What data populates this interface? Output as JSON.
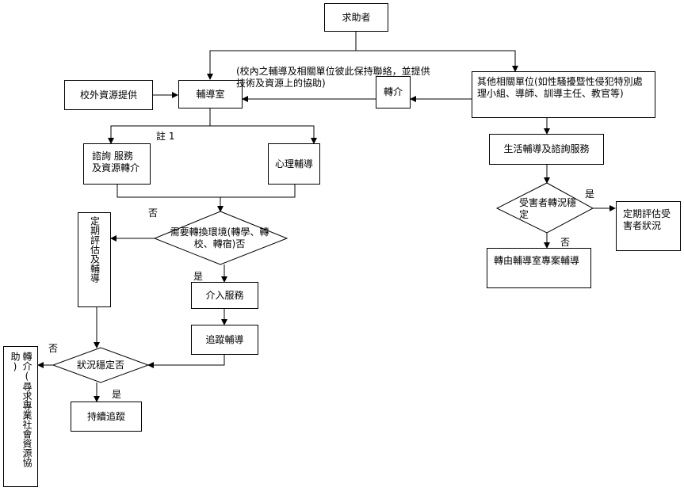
{
  "nodes": {
    "help_seeker": "求助者",
    "external_resources": "校外資源提供",
    "counseling_office": "輔導室",
    "coordination_note": "(校內之輔導及相關單位彼此保持聯絡，並提供技術及資源上的協助)",
    "referral": "轉介",
    "other_units": "其他相關單位(如性騷擾暨性侵犯特別處理小組、導師、訓導主任、教官等)",
    "note_1": "註 1",
    "consult_referral": "諮詢 服務 及資源轉介",
    "psych_counseling": "心理輔導",
    "regular_eval_counsel": "定期評估及輔導",
    "need_environment_change": "需要轉換環境(轉學、轉校、轉宿)否",
    "intervention_service": "介入服務",
    "follow_up_counseling": "追蹤輔導",
    "condition_stable": "狀況穩定否",
    "continue_tracking": "持續追蹤",
    "referral_professional": "轉介(尋求專業社會資源協助)",
    "life_counseling": "生活輔導及諮詢服務",
    "victim_stable": "受害者轉況穩定",
    "periodic_eval_victim": "定期評估受害者狀況",
    "transfer_case_counseling": "轉由輔導室專案輔導"
  },
  "edge_labels": {
    "no_1": "否",
    "yes_1": "是",
    "no_2": "否",
    "yes_2": "是",
    "yes_3": "是",
    "no_3": "否"
  }
}
